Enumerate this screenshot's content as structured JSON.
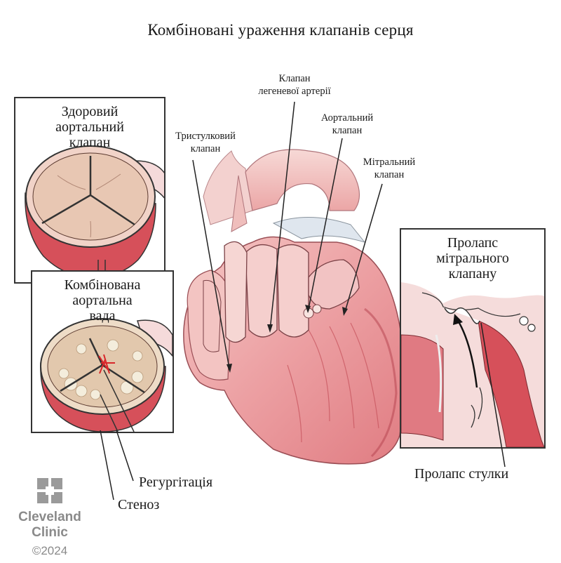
{
  "title": "Комбіновані ураження клапанів серця",
  "panels": {
    "healthy": {
      "line1": "Здоровий",
      "line2": "аортальний",
      "line3": "клапан"
    },
    "combined": {
      "line1": "Комбінована",
      "line2": "аортальна",
      "line3": "вада"
    },
    "prolapse": {
      "line1": "Пролапс",
      "line2": "мітрального",
      "line3": "клапану"
    }
  },
  "labels": {
    "pulmonary_1": "Клапан",
    "pulmonary_2": "легеневої артерії",
    "aortic_1": "Аортальний",
    "aortic_2": "клапан",
    "tricuspid_1": "Тристулковий",
    "tricuspid_2": "клапан",
    "mitral_1": "Мітральний",
    "mitral_2": "клапан",
    "regurgitation": "Регургітація",
    "stenosis": "Стеноз",
    "leaflet_prolapse": "Пролапс стулки"
  },
  "logo": {
    "line1": "Cleveland",
    "line2": "Clinic",
    "copyright": "©2024"
  },
  "colors": {
    "tissue": "#e98e94",
    "tissue_dark": "#c4454f",
    "tissue_light": "#f6d3d0",
    "valve": "#eadbcb",
    "calcification": "#f1ead6",
    "jet": "#d8262a",
    "outline": "#333333"
  }
}
